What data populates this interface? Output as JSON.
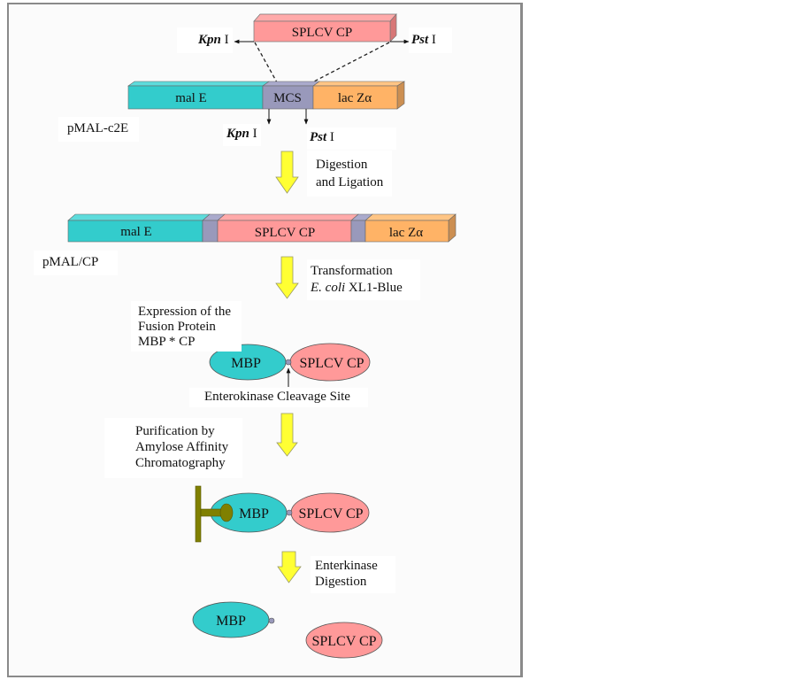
{
  "figure": {
    "colors": {
      "malE": "#33cccc",
      "malE_top": "#5edcdc",
      "mcs": "#9999bb",
      "mcs_top": "#aaaacc",
      "splcv": "#ff9999",
      "splcv_top": "#ffaaaa",
      "splcv_side": "#d87777",
      "lacZ": "#ffb366",
      "lacZ_top": "#ffc585",
      "lacZ_side": "#cc8f52",
      "arrow": "#ffff33",
      "column": "#808000",
      "frame": "#8a8a8a"
    },
    "insert": {
      "label": "SPLCV CP",
      "left_site_enzyme": "Kpn",
      "left_site_suffix": " I",
      "right_site_enzyme": "Pst",
      "right_site_suffix": " I"
    },
    "vector": {
      "name": "pMAL-c2E",
      "segments": [
        "mal E",
        "MCS",
        "lac Zα"
      ],
      "site1_enzyme": "Kpn",
      "site1_suffix": " I",
      "site2_enzyme": "Pst",
      "site2_suffix": " I"
    },
    "step1": {
      "line1": "Digestion",
      "line2": "and Ligation"
    },
    "construct": {
      "name": "pMAL/CP",
      "segments": [
        "mal E",
        "SPLCV CP",
        "lac Zα"
      ]
    },
    "step2": {
      "line1": "Transformation",
      "line2_italic": "E. coli",
      "line2_rest": " XL1-Blue"
    },
    "expression": {
      "line1": "Expression of the",
      "line2": "Fusion Protein",
      "line3": "MBP * CP",
      "mbp": "MBP",
      "cp": "SPLCV CP",
      "cleavage_label": "Enterokinase Cleavage Site"
    },
    "purification": {
      "line1": "Purification by",
      "line2": "Amylose Affinity",
      "line3": "Chromatography",
      "mbp": "MBP",
      "cp": "SPLCV CP"
    },
    "step3": {
      "line1": "Enterkinase",
      "line2": "Digestion"
    },
    "products": {
      "mbp": "MBP",
      "cp": "SPLCV CP"
    }
  }
}
